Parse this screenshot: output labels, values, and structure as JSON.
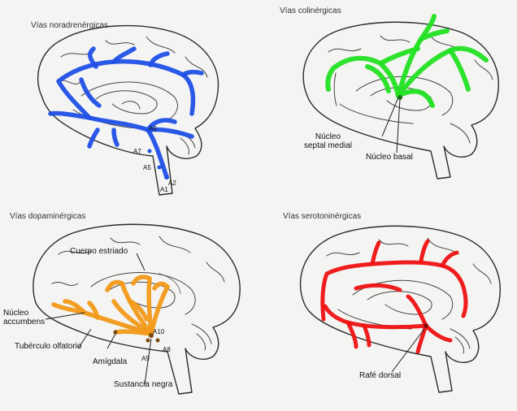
{
  "colors": {
    "noradrenergic": "#1f4fe6",
    "cholinergic": "#22e022",
    "dopaminergic": "#f29a1a",
    "serotonergic": "#ee1111"
  },
  "panels": {
    "noradrenergic": {
      "title": "Vías noradrenérgicas",
      "labels": {
        "a6": "A6",
        "a7": "A7",
        "a5": "A5",
        "a2": "A2",
        "a1": "A1"
      }
    },
    "cholinergic": {
      "title": "Vías colinérgicas",
      "labels": {
        "septal": "Núcleo\nseptal medial",
        "basal": "Núcleo basal"
      }
    },
    "dopaminergic": {
      "title": "Vías dopaminérgicas",
      "labels": {
        "striatum": "Cuerpo estriado",
        "accumbens": "Núcleo\naccumbens",
        "olfactory": "Tubérculo olfatorio",
        "amygdala": "Amígdala",
        "nigra": "Sustancia negra",
        "a10": "A10",
        "a9": "A9",
        "a8": "A8"
      }
    },
    "serotonergic": {
      "title": "Vías serotoninérgicas",
      "labels": {
        "raphe": "Rafé dorsal"
      }
    }
  }
}
